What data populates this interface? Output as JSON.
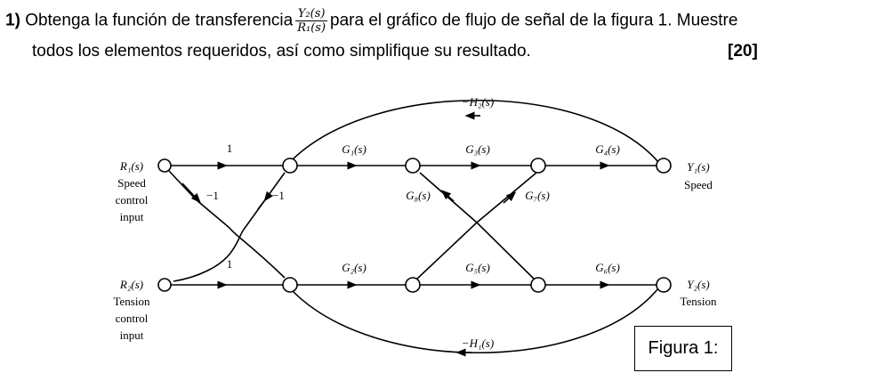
{
  "problem": {
    "number": "1)",
    "text_before": "Obtenga la función de transferencia",
    "fraction_numerator": "Y₂(s)",
    "fraction_denominator": "R₁(s)",
    "text_after": "para el gráfico de flujo de señal de la figura 1. Muestre",
    "line2": "todos los elementos requeridos, así como simplifique su resultado.",
    "points": "[20]"
  },
  "diagram": {
    "inputs": {
      "r1": [
        "R₁(s)",
        "Speed",
        "control",
        "input"
      ],
      "r2": [
        "R₂(s)",
        "Tension",
        "control",
        "input"
      ]
    },
    "outputs": {
      "y1": [
        "Y₁(s)",
        "Speed"
      ],
      "y2": [
        "Y₂(s)",
        "Tension"
      ]
    },
    "branch_gains": {
      "top_one": "1",
      "bottom_one": "1",
      "cross_neg_left": "−1",
      "cross_neg_right": "−1",
      "g1": "G₁(s)",
      "g2": "G₂(s)",
      "g3": "G₃(s)",
      "g4": "G₄(s)",
      "g5": "G₅(s)",
      "g6": "G₆(s)",
      "g7": "G₇(s)",
      "g8": "G₈(s)",
      "h1": "−H₁(s)",
      "h2": "−H₂(s)"
    }
  },
  "figure_caption": "Figura 1:"
}
